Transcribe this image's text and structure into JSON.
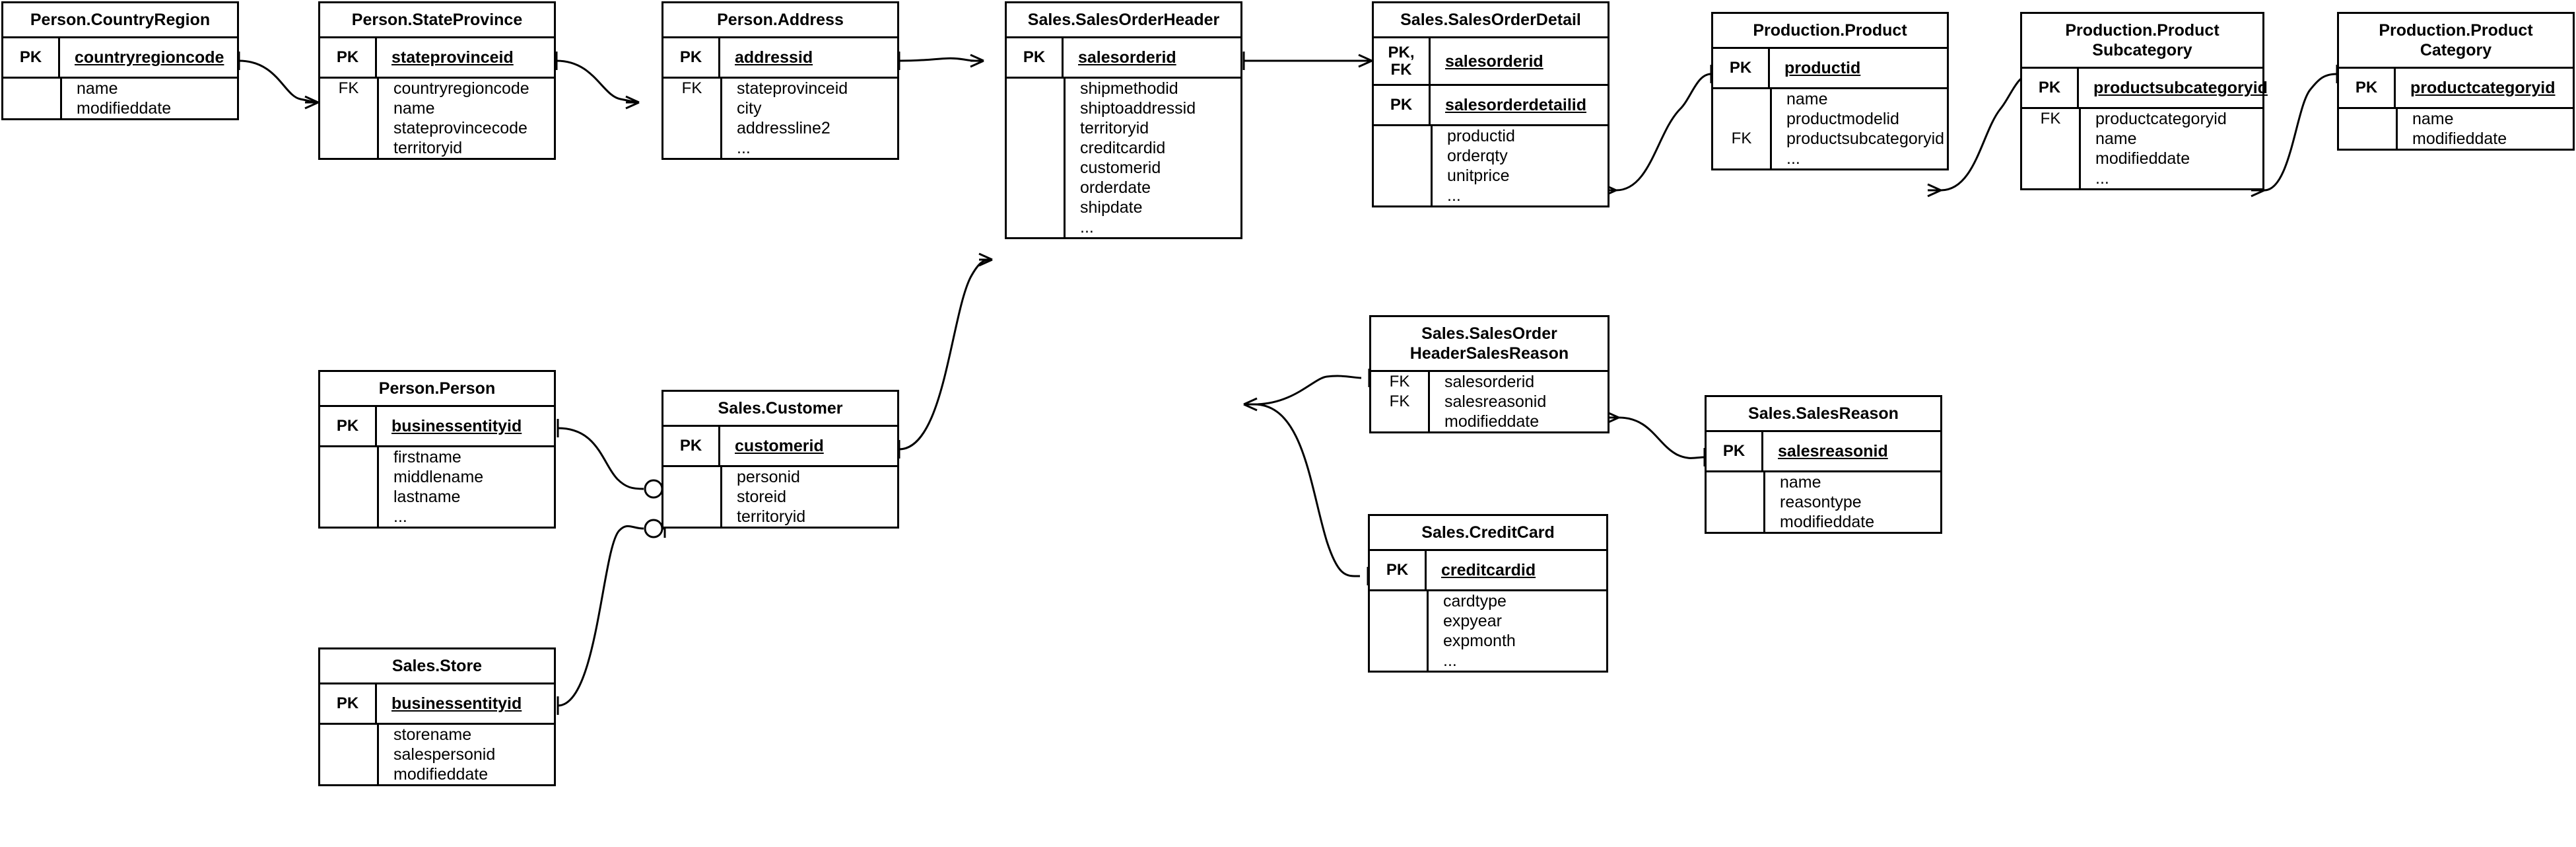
{
  "diagram": {
    "title": "AdventureWorks Sales ER Diagram",
    "notation": "crow-foot",
    "background": "#ffffff",
    "line_color": "#000000"
  },
  "entities": [
    {
      "id": "person_countryregion",
      "title": "Person.CountryRegion",
      "keys": [
        {
          "key": "PK",
          "name": "countryregioncode",
          "pk": true
        }
      ],
      "attributes": [
        {
          "key": "",
          "name": "name"
        },
        {
          "key": "",
          "name": "modifieddate"
        }
      ]
    },
    {
      "id": "person_stateprovince",
      "title": "Person.StateProvince",
      "keys": [
        {
          "key": "PK",
          "name": "stateprovinceid",
          "pk": true
        }
      ],
      "attributes": [
        {
          "key": "FK",
          "name": "countryregioncode"
        },
        {
          "key": "",
          "name": "name"
        },
        {
          "key": "",
          "name": "stateprovincecode"
        },
        {
          "key": "",
          "name": "territoryid"
        }
      ]
    },
    {
      "id": "person_address",
      "title": "Person.Address",
      "keys": [
        {
          "key": "PK",
          "name": "addressid",
          "pk": true
        }
      ],
      "attributes": [
        {
          "key": "FK",
          "name": "stateprovinceid"
        },
        {
          "key": "",
          "name": "city"
        },
        {
          "key": "",
          "name": "addressline2"
        },
        {
          "key": "",
          "name": "..."
        }
      ]
    },
    {
      "id": "sales_salesorderheader",
      "title": "Sales.SalesOrderHeader",
      "keys": [
        {
          "key": "PK",
          "name": "salesorderid",
          "pk": true
        }
      ],
      "attributes": [
        {
          "key": "",
          "name": "shipmethodid"
        },
        {
          "key": "",
          "name": "shiptoaddressid"
        },
        {
          "key": "",
          "name": "territoryid"
        },
        {
          "key": "",
          "name": "creditcardid"
        },
        {
          "key": "",
          "name": "customerid"
        },
        {
          "key": "",
          "name": "orderdate"
        },
        {
          "key": "",
          "name": "shipdate"
        },
        {
          "key": "",
          "name": "..."
        }
      ]
    },
    {
      "id": "sales_salesorderdetail",
      "title": "Sales.SalesOrderDetail",
      "keys": [
        {
          "key": "PK,\nFK",
          "name": "salesorderid",
          "pk": true
        },
        {
          "key": "PK",
          "name": "salesorderdetailid",
          "pk": true
        }
      ],
      "attributes": [
        {
          "key": "",
          "name": "productid"
        },
        {
          "key": "",
          "name": "orderqty"
        },
        {
          "key": "",
          "name": "unitprice"
        },
        {
          "key": "",
          "name": "..."
        }
      ]
    },
    {
      "id": "production_product",
      "title": "Production.Product",
      "keys": [
        {
          "key": "PK",
          "name": "productid",
          "pk": true
        }
      ],
      "attributes": [
        {
          "key": "",
          "name": "name"
        },
        {
          "key": "",
          "name": "productmodelid"
        },
        {
          "key": "FK",
          "name": "productsubcategoryid"
        },
        {
          "key": "",
          "name": "..."
        }
      ]
    },
    {
      "id": "production_productsubcategory",
      "title": "Production.Product\nSubcategory",
      "keys": [
        {
          "key": "PK",
          "name": "productsubcategoryid",
          "pk": true
        }
      ],
      "attributes": [
        {
          "key": "FK",
          "name": "productcategoryid"
        },
        {
          "key": "",
          "name": "name"
        },
        {
          "key": "",
          "name": "modifieddate"
        },
        {
          "key": "",
          "name": "..."
        }
      ]
    },
    {
      "id": "production_productcategory",
      "title": "Production.Product\nCategory",
      "keys": [
        {
          "key": "PK",
          "name": "productcategoryid",
          "pk": true
        }
      ],
      "attributes": [
        {
          "key": "",
          "name": "name"
        },
        {
          "key": "",
          "name": "modifieddate"
        }
      ]
    },
    {
      "id": "person_person",
      "title": "Person.Person",
      "keys": [
        {
          "key": "PK",
          "name": "businessentityid",
          "pk": true
        }
      ],
      "attributes": [
        {
          "key": "",
          "name": "firstname"
        },
        {
          "key": "",
          "name": "middlename"
        },
        {
          "key": "",
          "name": "lastname"
        },
        {
          "key": "",
          "name": "..."
        }
      ]
    },
    {
      "id": "sales_customer",
      "title": "Sales.Customer",
      "keys": [
        {
          "key": "PK",
          "name": "customerid",
          "pk": true
        }
      ],
      "attributes": [
        {
          "key": "",
          "name": "personid"
        },
        {
          "key": "",
          "name": "storeid"
        },
        {
          "key": "",
          "name": "territoryid"
        }
      ]
    },
    {
      "id": "sales_store",
      "title": "Sales.Store",
      "keys": [
        {
          "key": "PK",
          "name": "businessentityid",
          "pk": true
        }
      ],
      "attributes": [
        {
          "key": "",
          "name": "storename"
        },
        {
          "key": "",
          "name": "salespersonid"
        },
        {
          "key": "",
          "name": "modifieddate"
        }
      ]
    },
    {
      "id": "sales_salesorderheadersalesreason",
      "title": "Sales.SalesOrder\nHeaderSalesReason",
      "keys": [],
      "attributes": [
        {
          "key": "FK",
          "name": "salesorderid"
        },
        {
          "key": "FK",
          "name": "salesreasonid"
        },
        {
          "key": "",
          "name": "modifieddate"
        }
      ]
    },
    {
      "id": "sales_salesreason",
      "title": "Sales.SalesReason",
      "keys": [
        {
          "key": "PK",
          "name": "salesreasonid",
          "pk": true
        }
      ],
      "attributes": [
        {
          "key": "",
          "name": "name"
        },
        {
          "key": "",
          "name": "reasontype"
        },
        {
          "key": "",
          "name": "modifieddate"
        }
      ]
    },
    {
      "id": "sales_creditcard",
      "title": "Sales.CreditCard",
      "keys": [
        {
          "key": "PK",
          "name": "creditcardid",
          "pk": true
        }
      ],
      "attributes": [
        {
          "key": "",
          "name": "cardtype"
        },
        {
          "key": "",
          "name": "expyear"
        },
        {
          "key": "",
          "name": "expmonth"
        },
        {
          "key": "",
          "name": "..."
        }
      ]
    }
  ],
  "relationships": [
    {
      "from": "person_countryregion",
      "to": "person_stateprovince",
      "from_card": "one",
      "to_card": "many"
    },
    {
      "from": "person_stateprovince",
      "to": "person_address",
      "from_card": "one",
      "to_card": "many"
    },
    {
      "from": "person_address",
      "to": "sales_salesorderheader",
      "from_card": "one",
      "to_card": "many"
    },
    {
      "from": "sales_salesorderheader",
      "to": "sales_salesorderdetail",
      "from_card": "one",
      "to_card": "many"
    },
    {
      "from": "sales_salesorderdetail",
      "to": "production_product",
      "from_card": "many",
      "to_card": "one"
    },
    {
      "from": "production_product",
      "to": "production_productsubcategory",
      "from_card": "many",
      "to_card": "one"
    },
    {
      "from": "production_productsubcategory",
      "to": "production_productcategory",
      "from_card": "many",
      "to_card": "one"
    },
    {
      "from": "person_person",
      "to": "sales_customer",
      "from_card": "one",
      "to_card": "zero-or-one"
    },
    {
      "from": "sales_store",
      "to": "sales_customer",
      "from_card": "one",
      "to_card": "zero-or-one"
    },
    {
      "from": "sales_customer",
      "to": "sales_salesorderheader",
      "from_card": "one",
      "to_card": "many"
    },
    {
      "from": "sales_salesorderheader",
      "to": "sales_salesorderheadersalesreason",
      "from_card": "many",
      "to_card": "one"
    },
    {
      "from": "sales_salesorderheadersalesreason",
      "to": "sales_salesreason",
      "from_card": "many",
      "to_card": "one"
    },
    {
      "from": "sales_salesorderheader",
      "to": "sales_creditcard",
      "from_card": "many",
      "to_card": "one"
    }
  ]
}
